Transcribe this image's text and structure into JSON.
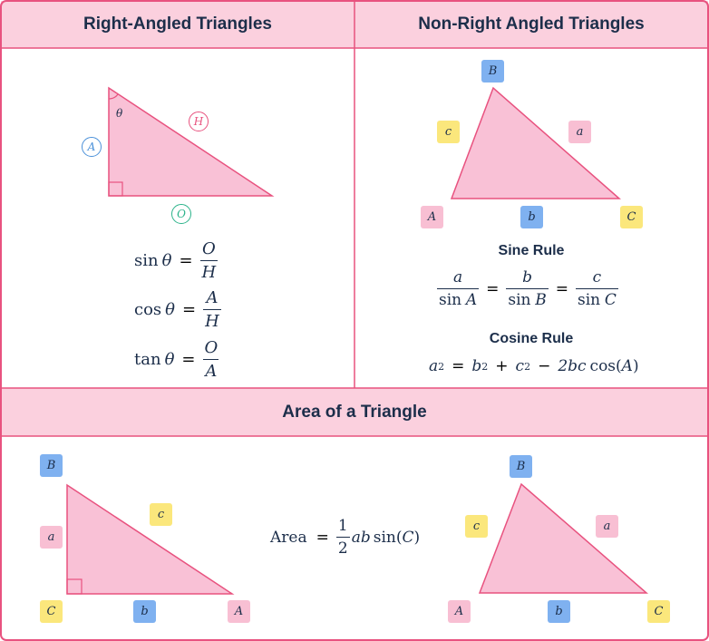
{
  "headers": {
    "right": "Right-Angled Triangles",
    "non_right": "Non-Right Angled Triangles",
    "area": "Area of a Triangle"
  },
  "right_triangle": {
    "theta": "θ",
    "label_A": "A",
    "label_H": "H",
    "label_O": "O",
    "sin_fn": "sin",
    "cos_fn": "cos",
    "tan_fn": "tan",
    "var": "θ",
    "equals": "=",
    "sin_num": "O",
    "sin_den": "H",
    "cos_num": "A",
    "cos_den": "H",
    "tan_num": "O",
    "tan_den": "A"
  },
  "non_right": {
    "B": "B",
    "c": "c",
    "a": "a",
    "A": "A",
    "b": "b",
    "C": "C",
    "sine_rule_title": "Sine Rule",
    "cosine_rule_title": "Cosine Rule",
    "sine_rule": {
      "num1": "a",
      "den1_fn": "sin",
      "den1_var": "A",
      "num2": "b",
      "den2_fn": "sin",
      "den2_var": "B",
      "num3": "c",
      "den3_fn": "sin",
      "den3_var": "C",
      "equals": "="
    },
    "cosine_rule": {
      "lhs_var": "a",
      "exp": "2",
      "eq": "=",
      "t1": "b",
      "t2": "c",
      "plus": "+",
      "minus": "−",
      "coef": "2bc",
      "fn": "cos",
      "lp": "(",
      "arg": "A",
      "rp": ")"
    }
  },
  "area": {
    "left_tri": {
      "B": "B",
      "a": "a",
      "c": "c",
      "C": "C",
      "b": "b",
      "A": "A"
    },
    "right_tri": {
      "B": "B",
      "c": "c",
      "a": "a",
      "A": "A",
      "b": "b",
      "C": "C"
    },
    "formula": {
      "label": "Area",
      "equals": "=",
      "num": "1",
      "den": "2",
      "vars": "ab",
      "fn": "sin",
      "lp": "(",
      "arg": "C",
      "rp": ")"
    }
  },
  "colors": {
    "border": "#e8527f",
    "header_bg": "#fbd0de",
    "fill": "#f9c1d6",
    "text": "#1c2e4a",
    "blue_label": "#7fb1f0",
    "yellow_label": "#fbe77c",
    "pink_label": "#f8bfd3",
    "circle_A": "#4a90d9",
    "circle_H": "#e8527f",
    "circle_O": "#2bb38a"
  }
}
